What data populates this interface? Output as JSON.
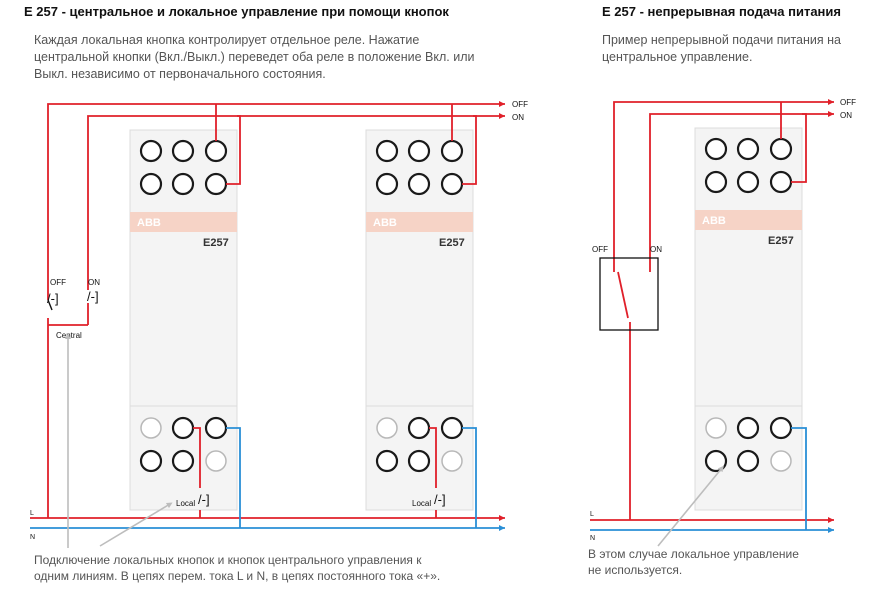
{
  "left": {
    "title": "E 257 - центральное и локальное управление при помощи кнопок",
    "desc_lines": [
      "Каждая локальная кнопка контролирует отдельное реле. Нажатие",
      "центральной кнопки (Вкл./Выкл.) переведет оба реле в положение Вкл. или",
      "Выкл. независимо от первоначального состояния."
    ],
    "caption_lines": [
      "Подключение локальных кнопок и кнопок центрального управления к",
      "одним линиям. В цепях перем. тока L и N, в цепях постоянного тока «+»."
    ]
  },
  "right": {
    "title": "E 257 - непрерывная подача питания",
    "desc_lines": [
      "Пример непрерывной подачи питания на",
      "центральное управление."
    ],
    "caption_lines": [
      "В этом случае локальное управление",
      "не используется."
    ]
  },
  "diagram": {
    "off_label": "OFF",
    "on_label": "ON",
    "l_label": "L",
    "n_label": "N",
    "central_label": "Central",
    "local_label": "Local",
    "brand": "ABB",
    "model": "E257",
    "switch_symbol": "/-]",
    "colors": {
      "red": "#e0202a",
      "blue": "#2a8fd6",
      "band": "#f6d3c6",
      "module": "#f4f4f4",
      "gray_line": "#bdbdbd"
    }
  }
}
